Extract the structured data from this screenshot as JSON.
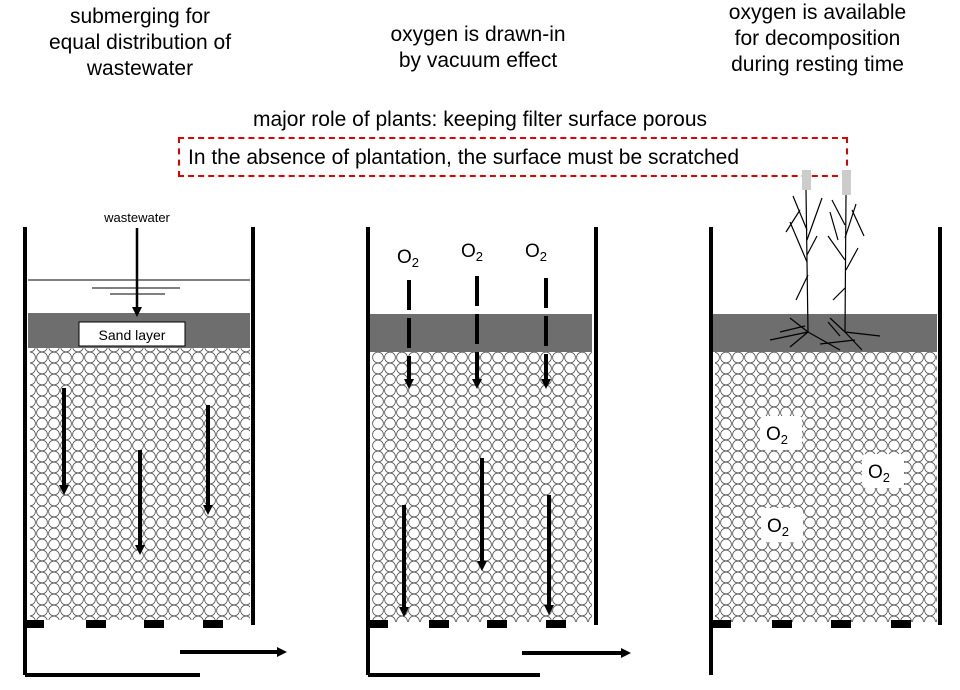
{
  "captions": {
    "stage1": [
      "submerging for",
      "equal distribution of",
      "wastewater"
    ],
    "stage2": [
      "oxygen is drawn-in",
      "by vacuum effect"
    ],
    "stage3": [
      "oxygen is available",
      "for decomposition",
      "during resting time"
    ]
  },
  "major_role": "major role of plants: keeping filter surface porous",
  "absence_note": "In the absence of plantation, the surface must be scratched",
  "stage1_labels": {
    "wastewater": "wastewater",
    "sand_layer": "Sand layer"
  },
  "oxygen_label": {
    "main": "O",
    "subscript": "2"
  },
  "colors": {
    "note_border": "#e00000",
    "sand_layer": "#6e6e6e"
  }
}
